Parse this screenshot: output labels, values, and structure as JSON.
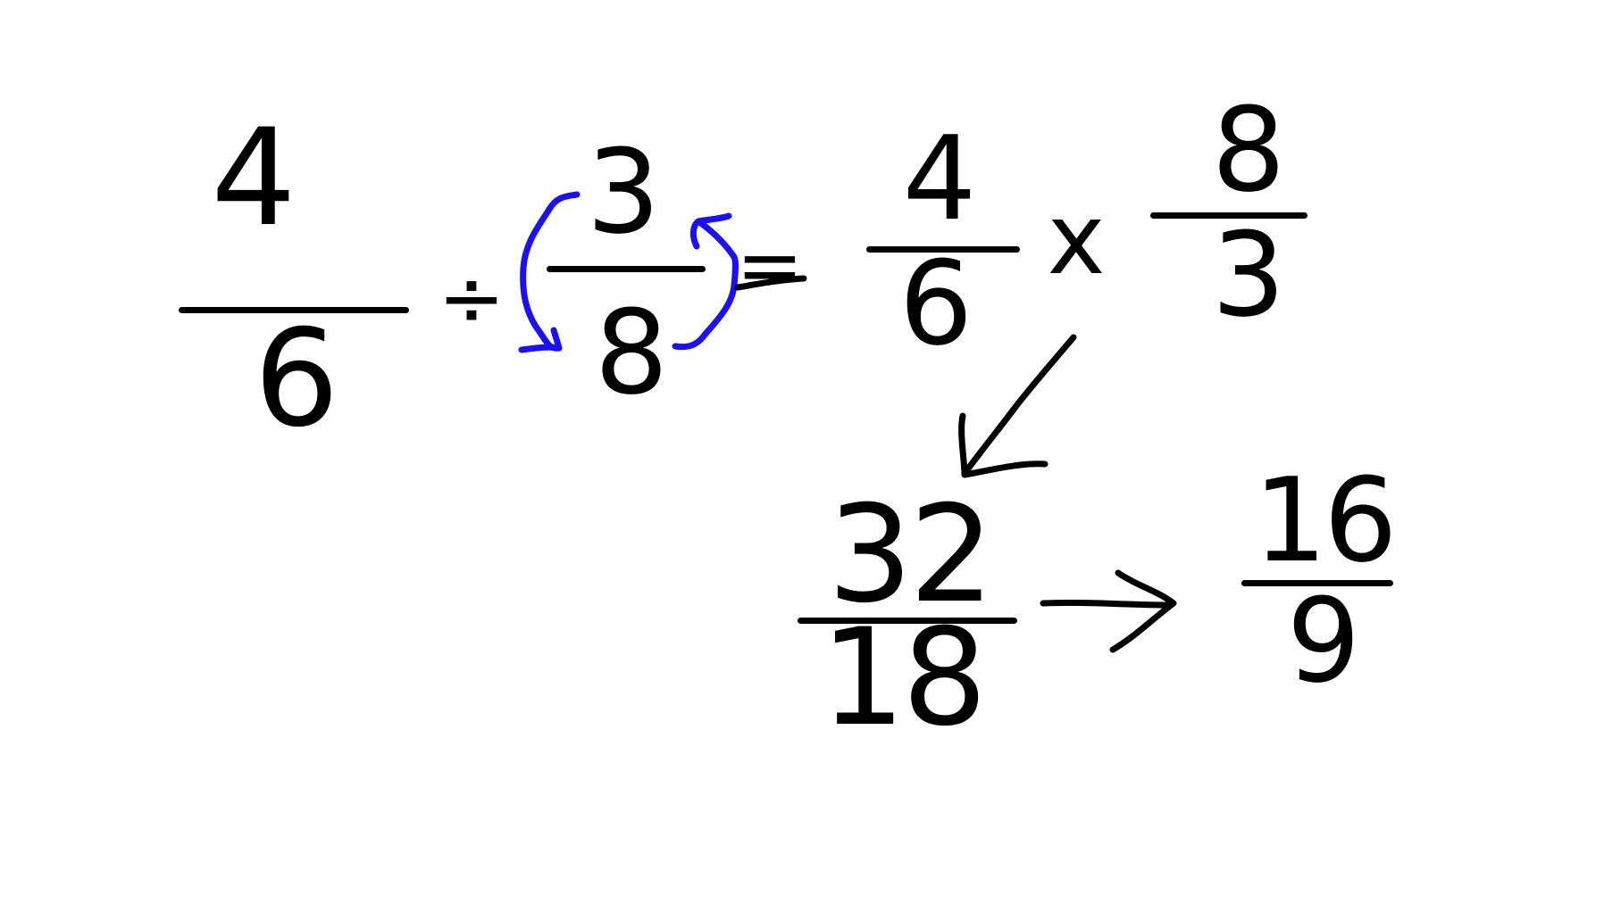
{
  "canvas": {
    "background": "#ffffff",
    "ink_color": "#000000",
    "annotation_color": "#1a10ff"
  },
  "equation": {
    "fraction_a": {
      "numerator": "4",
      "denominator": "6"
    },
    "divide_sign": "÷",
    "fraction_b": {
      "numerator": "3",
      "denominator": "8"
    },
    "equals_sign": "=",
    "fraction_c": {
      "numerator": "4",
      "denominator": "6"
    },
    "times_sign": "x",
    "fraction_d": {
      "numerator": "8",
      "denominator": "3"
    },
    "fraction_e": {
      "numerator": "32",
      "denominator": "18"
    },
    "fraction_f": {
      "numerator": "16",
      "denominator": "9"
    }
  },
  "annotations": {
    "flip_arrows": "flip-arrows-icon",
    "down_left_arrow": "arrow-down-left-icon",
    "right_arrow": "arrow-right-icon"
  }
}
